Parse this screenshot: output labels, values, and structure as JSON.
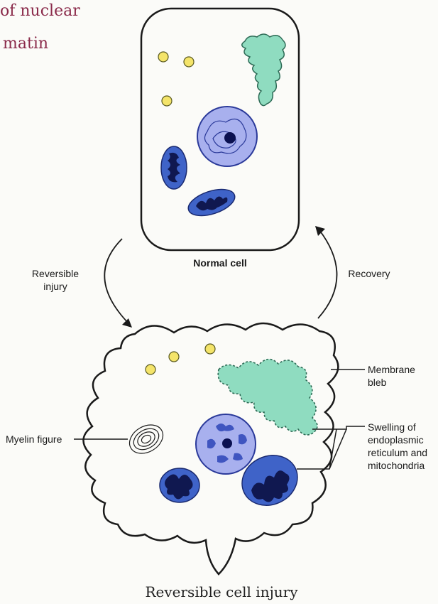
{
  "handwritten_top": {
    "line1": "of nuclear",
    "line2": "matin"
  },
  "normal_cell": {
    "label": "Normal cell"
  },
  "arrows": {
    "left_label_line1": "Reversible",
    "left_label_line2": "injury",
    "right_label": "Recovery"
  },
  "injured_cell_labels": {
    "membrane_bleb_line1": "Membrane",
    "membrane_bleb_line2": "bleb",
    "swelling_line1": "Swelling of",
    "swelling_line2": "endoplasmic",
    "swelling_line3": "reticulum and",
    "swelling_line4": "mitochondria",
    "myelin_figure": "Myelin figure"
  },
  "caption": "Reversible cell injury",
  "colors": {
    "cytoplasm": "#fbfbf8",
    "outline": "#1a1a1a",
    "vesicle": "#f4e46a",
    "er": "#8fdcc0",
    "nucleus": "#a8b0ee",
    "mitochondria": "#3f63c8",
    "mito_inner": "#101850",
    "handwriting": "#8a2a4a"
  }
}
